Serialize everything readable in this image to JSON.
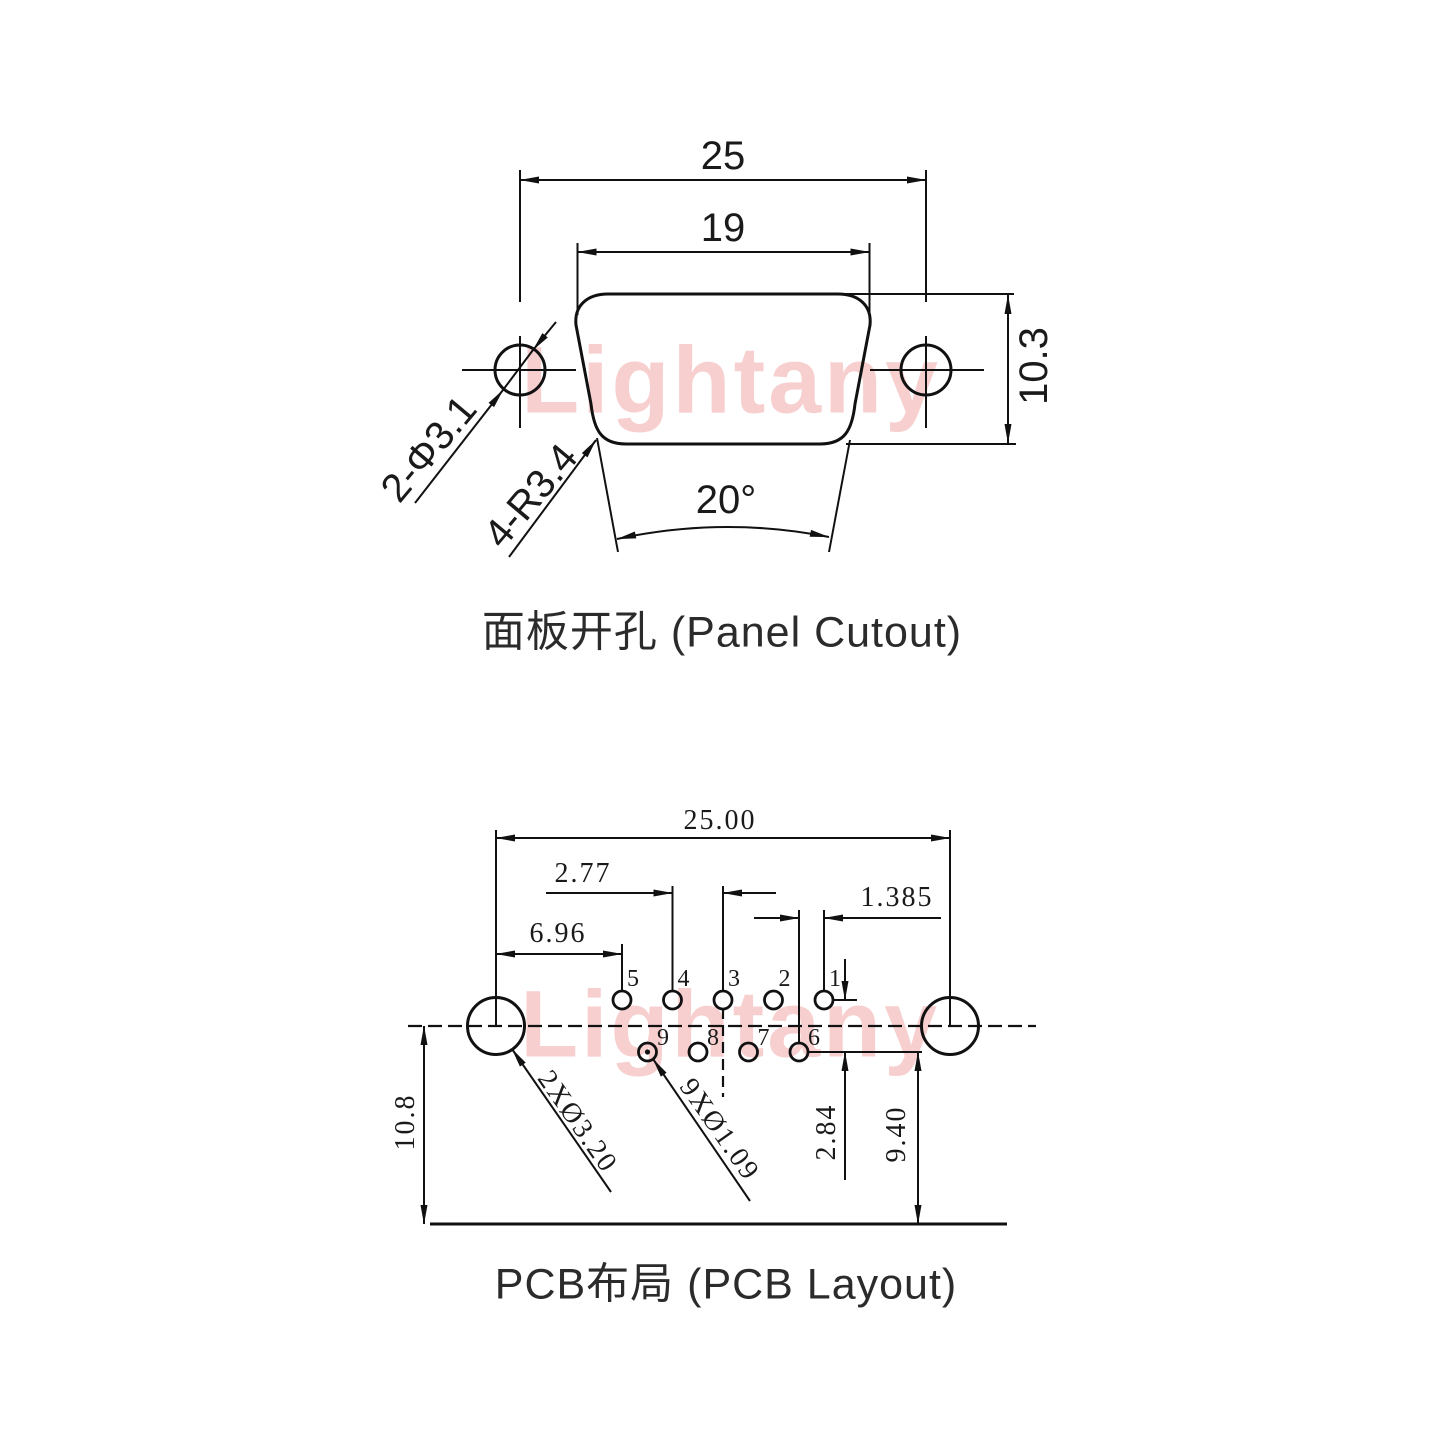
{
  "watermark": {
    "text": "Lightany",
    "color": "#f7cfcf"
  },
  "panel_cutout": {
    "caption": "面板开孔 (Panel Cutout)",
    "dims": {
      "mount_hole_span": "25",
      "cutout_width": "19",
      "cutout_height": "10.3",
      "mount_holes": "2-Φ3.1",
      "corner_radius": "4-R3.4",
      "side_angle": "20°"
    }
  },
  "pcb_layout": {
    "caption": "PCB布局 (PCB Layout)",
    "dims": {
      "mount_hole_span": "25.00",
      "pin_pitch": "2.77",
      "row_offset": "1.385",
      "pin5_offset": "6.96",
      "row_spacing": "2.84",
      "row_to_edge": "9.40",
      "center_to_edge": "10.8",
      "mount_hole_dia": "2XØ3.20",
      "pin_hole_dia": "9XØ1.09"
    },
    "pins_top": [
      "5",
      "4",
      "3",
      "2",
      "1"
    ],
    "pins_bottom": [
      "9",
      "8",
      "7",
      "6"
    ]
  },
  "colors": {
    "line": "#111111",
    "text": "#1a1a1a",
    "caption": "#2b2b2b",
    "background": "#ffffff"
  }
}
